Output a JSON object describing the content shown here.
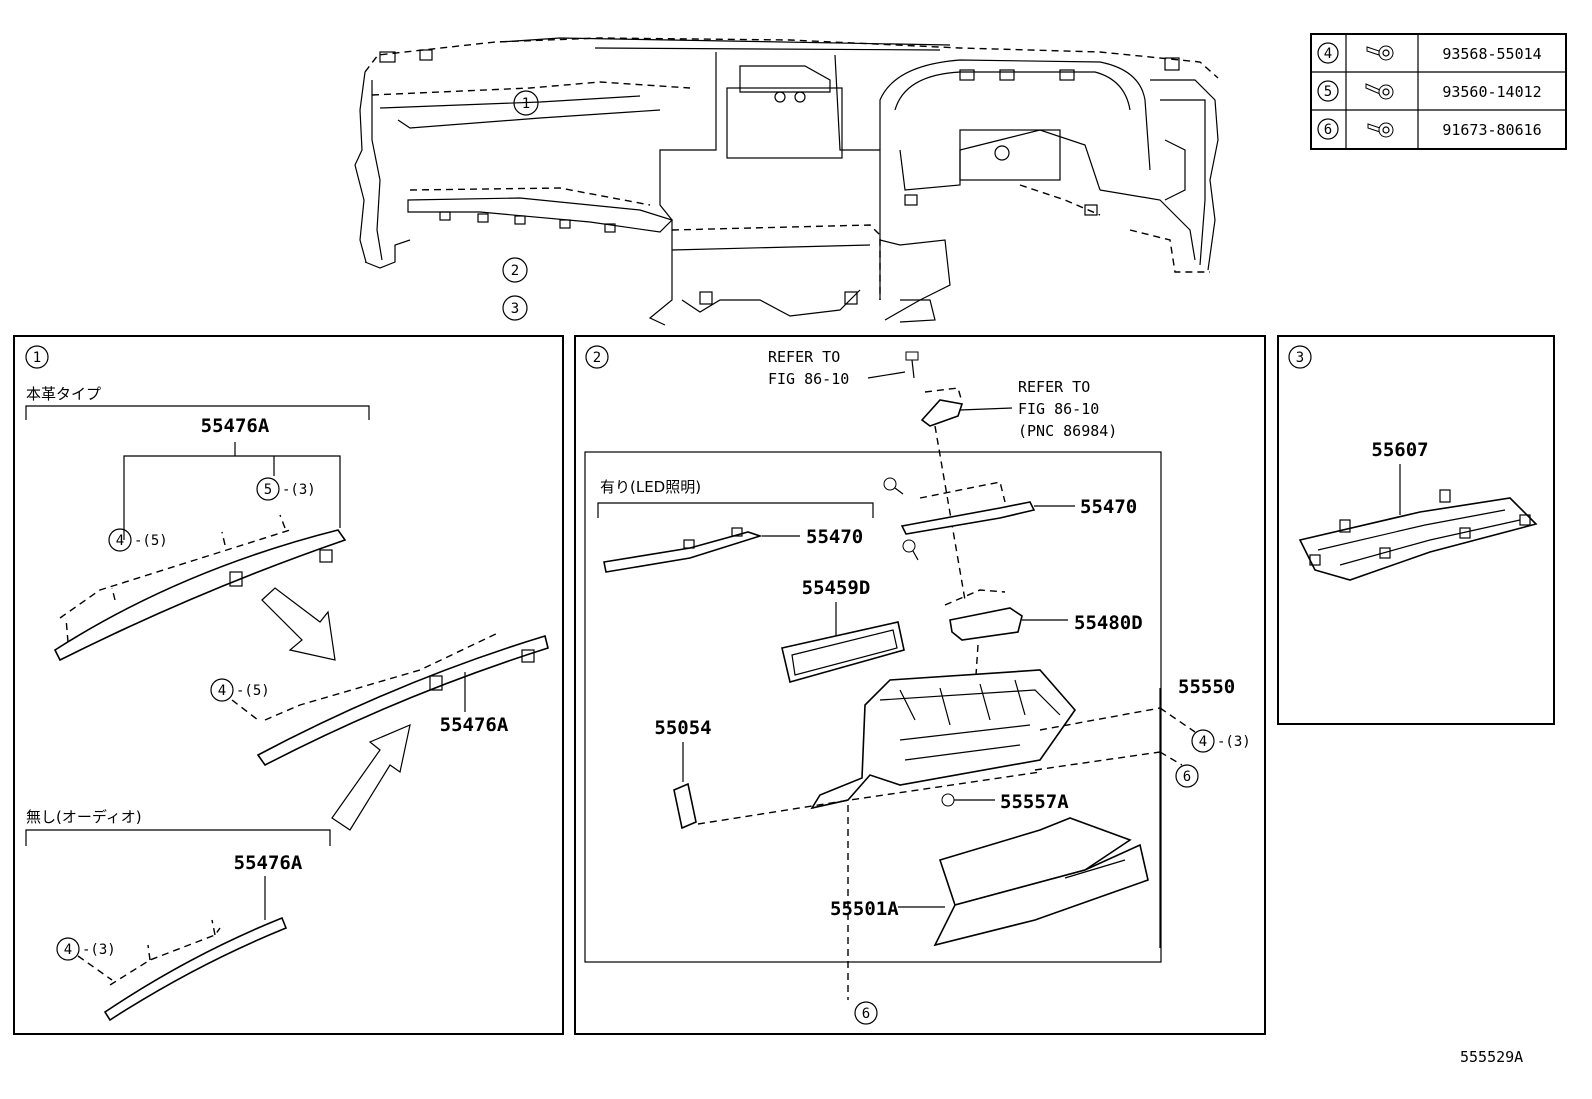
{
  "diagram_code": "555529A",
  "fastener_table": [
    {
      "key": "4",
      "part": "93568-55014"
    },
    {
      "key": "5",
      "part": "93560-14012"
    },
    {
      "key": "6",
      "part": "91673-80616"
    }
  ],
  "overview": {
    "callout_1": "1",
    "callout_2": "2",
    "callout_3": "3"
  },
  "panel1": {
    "key": "1",
    "leather_label": "本革タイプ",
    "leather_part": "55476A",
    "leather_bolt5": "5",
    "leather_bolt5_qty": "-(3)",
    "leather_bolt4": "4",
    "leather_bolt4_qty": "-(5)",
    "result_bolt4": "4",
    "result_bolt4_qty": "-(5)",
    "result_part": "55476A",
    "audio_label": "無し(オーディオ)",
    "audio_part": "55476A",
    "audio_bolt4": "4",
    "audio_bolt4_qty": "-(3)"
  },
  "panel2": {
    "key": "2",
    "refer1_line1": "REFER TO",
    "refer1_line2": "FIG 86-10",
    "refer2_line1": "REFER TO",
    "refer2_line2": "FIG 86-10",
    "refer2_line3": "(PNC 86984)",
    "led_label": "有り(LED照明)",
    "led_part": "55470",
    "part_55470": "55470",
    "part_55459D": "55459D",
    "part_55480D": "55480D",
    "part_55550": "55550",
    "part_55054": "55054",
    "part_55557A": "55557A",
    "part_55501A": "55501A",
    "bolt4": "4",
    "bolt4_qty": "-(3)",
    "bolt6_right": "6",
    "bolt6_bottom": "6"
  },
  "panel3": {
    "key": "3",
    "part": "55607"
  }
}
